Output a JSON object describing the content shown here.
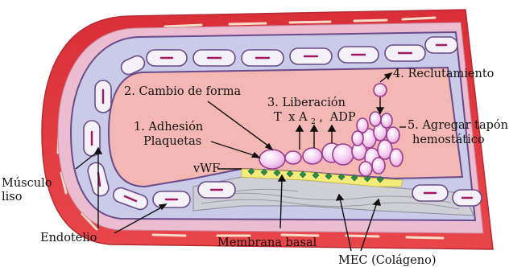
{
  "labels": {
    "muscle_line1": "Músculo",
    "muscle_line2": "liso",
    "endothelium": "Endotelio",
    "basal_membrane": "Membrana basal",
    "ecm": "MEC (Colágeno)",
    "vwf": "vWF",
    "step1_line1": "1. Adhesión",
    "step1_line2": "Plaquetas",
    "step2": "2. Cambio de forma",
    "step3_line1": "3. Liberación",
    "step3_t": "T",
    "step3_x": "x A",
    "step3_sub": "2",
    "step3_comma": ",",
    "step3_adp": "ADP",
    "step4": "4. Reclutamiento",
    "step5_line1": "5. Agregar tapón",
    "step5_line2": "hemostático"
  },
  "colors": {
    "muscle_red": "#e0393f",
    "muscle_stripe": "#f6d9c5",
    "outer_band": "#e9b6c8",
    "endothelium_band": "#c7c9e6",
    "cell_outline": "#6b4a8a",
    "lumen": "#f3b8b4",
    "platelet": "#f3c8ef",
    "platelet_outline": "#9a3c8e",
    "collagen": "#c9c9cf",
    "basal": "#f4ee8a",
    "vwf": "#2e8b4a"
  }
}
